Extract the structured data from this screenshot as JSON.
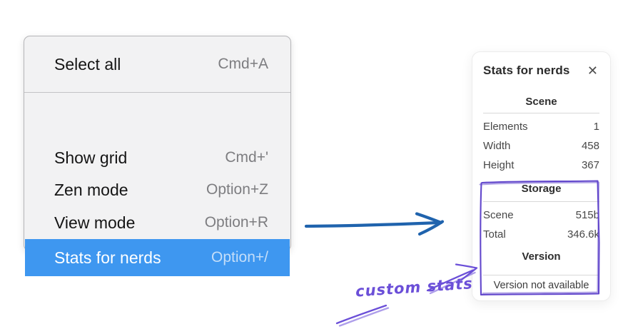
{
  "menu": {
    "items": [
      {
        "label": "Select all",
        "shortcut": "Cmd+A",
        "selected": false
      },
      {
        "label": "Show grid",
        "shortcut": "Cmd+'",
        "selected": false
      },
      {
        "label": "Zen mode",
        "shortcut": "Option+Z",
        "selected": false
      },
      {
        "label": "View mode",
        "shortcut": "Option+R",
        "selected": false
      },
      {
        "label": "Stats for nerds",
        "shortcut": "Option+/",
        "selected": true
      }
    ]
  },
  "stats_panel": {
    "title": "Stats for nerds",
    "icons": {
      "close": "✕"
    },
    "sections": [
      {
        "heading": "Scene",
        "rows": [
          {
            "label": "Elements",
            "value": "1"
          },
          {
            "label": "Width",
            "value": "458"
          },
          {
            "label": "Height",
            "value": "367"
          }
        ]
      },
      {
        "heading": "Storage",
        "rows": [
          {
            "label": "Scene",
            "value": "515b"
          },
          {
            "label": "Total",
            "value": "346.6k"
          }
        ]
      },
      {
        "heading": "Version",
        "note": "Version not available"
      }
    ]
  },
  "annotation": {
    "label": "custom stats"
  },
  "colors": {
    "menu-highlight": "#3e97f0",
    "arrow-blue": "#1f63ad",
    "annotation-purple": "#6b4fd8",
    "highlight-rect-purple": "#6247cc"
  }
}
